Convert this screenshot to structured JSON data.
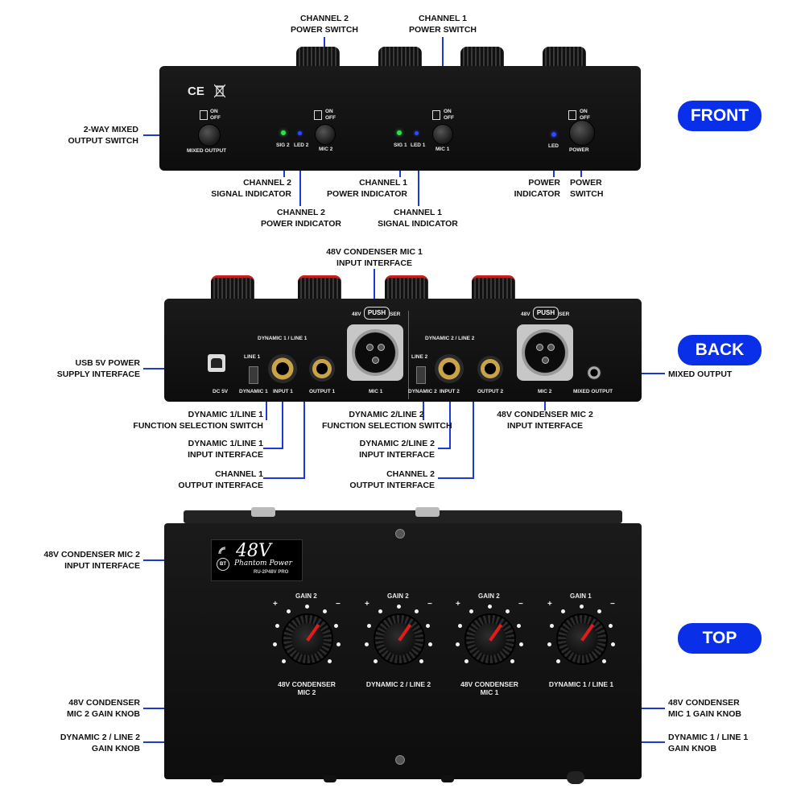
{
  "views": {
    "front": "FRONT",
    "back": "BACK",
    "top": "TOP"
  },
  "colors": {
    "accent": "#0a2fe8",
    "leader": "#1e3ad6",
    "led_green": "#2ee04a",
    "led_blue": "#2d48ff",
    "knob_indicator": "#e41b1b"
  },
  "front": {
    "panel": {
      "ce_mark": "CE",
      "on": "ON",
      "off": "OFF",
      "mixed_output": "MIXED OUTPUT",
      "sig2": "SIG 2",
      "led2": "LED 2",
      "mic2": "MIC 2",
      "sig1": "SIG 1",
      "led1": "LED 1",
      "mic1": "MIC 1",
      "led": "LED",
      "power": "POWER"
    },
    "callouts": {
      "ch2_power_switch": [
        "CHANNEL 2",
        "POWER SWITCH"
      ],
      "ch1_power_switch": [
        "CHANNEL 1",
        "POWER SWITCH"
      ],
      "mixed_output_switch": [
        "2-WAY MIXED",
        "OUTPUT SWITCH"
      ],
      "ch2_signal": [
        "CHANNEL 2",
        "SIGNAL INDICATOR"
      ],
      "ch2_power_ind": [
        "CHANNEL 2",
        "POWER INDICATOR"
      ],
      "ch1_power_ind": [
        "CHANNEL 1",
        "POWER INDICATOR"
      ],
      "ch1_signal": [
        "CHANNEL 1",
        "SIGNAL INDICATOR"
      ],
      "power_ind": [
        "POWER",
        "INDICATOR"
      ],
      "power_switch": [
        "POWER",
        "SWITCH"
      ]
    }
  },
  "back": {
    "panel": {
      "dyn1_line1": "DYNAMIC 1 / LINE 1",
      "dyn2_line2": "DYNAMIC 2 / LINE 2",
      "line1": "LINE 1",
      "dynamic1": "DYNAMIC 1",
      "line2": "LINE 2",
      "dynamic2": "DYNAMIC 2",
      "dc5v": "DC 5V",
      "input1": "INPUT 1",
      "output1": "OUTPUT 1",
      "input2": "INPUT 2",
      "output2": "OUTPUT 2",
      "mic1": "MIC 1",
      "mic2": "MIC 2",
      "mixed_output": "MIXED OUTPUT",
      "push_48v_left": "48V",
      "push": "PUSH",
      "push_ser": "SER"
    },
    "callouts": {
      "mic1_input": [
        "48V CONDENSER MIC 1",
        "INPUT INTERFACE"
      ],
      "usb_power": [
        "USB 5V POWER",
        "SUPPLY INTERFACE"
      ],
      "mixed_output": [
        "MIXED OUTPUT"
      ],
      "dyn1_switch": [
        "DYNAMIC 1/LINE 1",
        "FUNCTION SELECTION SWITCH"
      ],
      "dyn2_switch": [
        "DYNAMIC 2/LINE 2",
        "FUNCTION SELECTION SWITCH"
      ],
      "mic2_input": [
        "48V CONDENSER MIC 2",
        "INPUT INTERFACE"
      ],
      "dyn1_input": [
        "DYNAMIC 1/LINE 1",
        "INPUT INTERFACE"
      ],
      "dyn2_input": [
        "DYNAMIC 2/LINE 2",
        "INPUT INTERFACE"
      ],
      "ch1_output": [
        "CHANNEL 1",
        "OUTPUT INTERFACE"
      ],
      "ch2_output": [
        "CHANNEL 2",
        "OUTPUT INTERFACE"
      ]
    }
  },
  "top": {
    "badge": {
      "big": "48V",
      "script": "Phantom Power",
      "model": "RU-2P48V PRO",
      "bt": "BT"
    },
    "knobs": [
      {
        "gain": "GAIN 2",
        "name_line1": "48V CONDENSER",
        "name_line2": "MIC 2"
      },
      {
        "gain": "GAIN 2",
        "name_line1": "DYNAMIC 2 / LINE 2",
        "name_line2": ""
      },
      {
        "gain": "GAIN 2",
        "name_line1": "48V CONDENSER",
        "name_line2": "MIC 1"
      },
      {
        "gain": "GAIN 1",
        "name_line1": "DYNAMIC 1 / LINE 1",
        "name_line2": ""
      }
    ],
    "plus": "+",
    "minus": "−",
    "callouts": {
      "mic2_input": [
        "48V CONDENSER MIC 2",
        "INPUT INTERFACE"
      ],
      "mic2_gain": [
        "48V CONDENSER",
        "MIC 2 GAIN KNOB"
      ],
      "mic1_gain": [
        "48V CONDENSER",
        "MIC 1 GAIN KNOB"
      ],
      "dyn2_gain": [
        "DYNAMIC 2 / LINE 2",
        "GAIN KNOB"
      ],
      "dyn1_gain": [
        "DYNAMIC 1 / LINE 1",
        "GAIN KNOB"
      ]
    }
  }
}
